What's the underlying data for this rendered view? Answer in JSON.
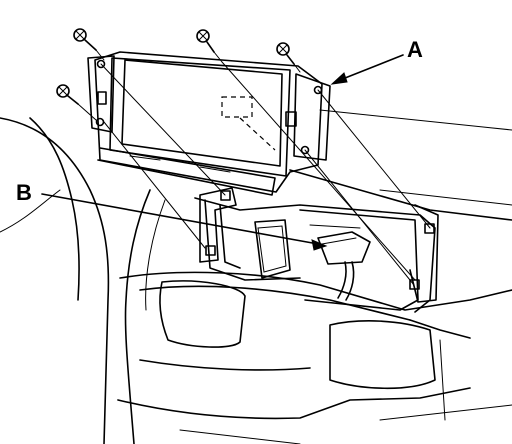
{
  "callouts": [
    {
      "letter": "A",
      "target": "display-unit"
    },
    {
      "letter": "B",
      "target": "connector"
    }
  ],
  "parts": {
    "screws": 4,
    "display_screen": "display-screen",
    "connector": "connector"
  },
  "colors": {
    "line": "#000000",
    "background": "#ffffff"
  }
}
